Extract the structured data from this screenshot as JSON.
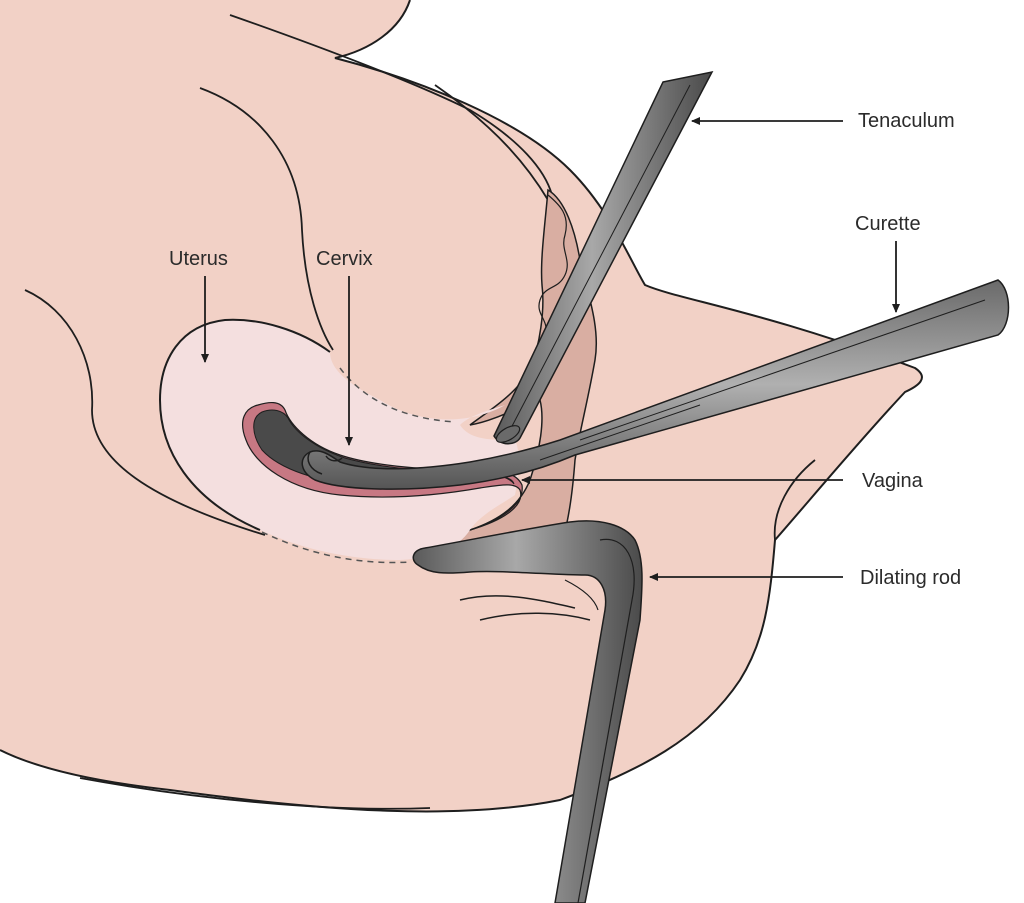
{
  "labels": {
    "tenaculum": "Tenaculum",
    "curette": "Curette",
    "uterus": "Uterus",
    "cervix": "Cervix",
    "vagina": "Vagina",
    "dilating_rod": "Dilating rod"
  },
  "colors": {
    "skin": "#f2d1c6",
    "uterus_body": "#f4dfdf",
    "vaginal_wall": "#d9aea2",
    "lining": "#c77883",
    "cavity": "#4a4a4a",
    "instrument_dark": "#555555",
    "instrument_light": "#9a9a9a",
    "outline": "#1e1e1e",
    "text": "#2b2b2b"
  }
}
